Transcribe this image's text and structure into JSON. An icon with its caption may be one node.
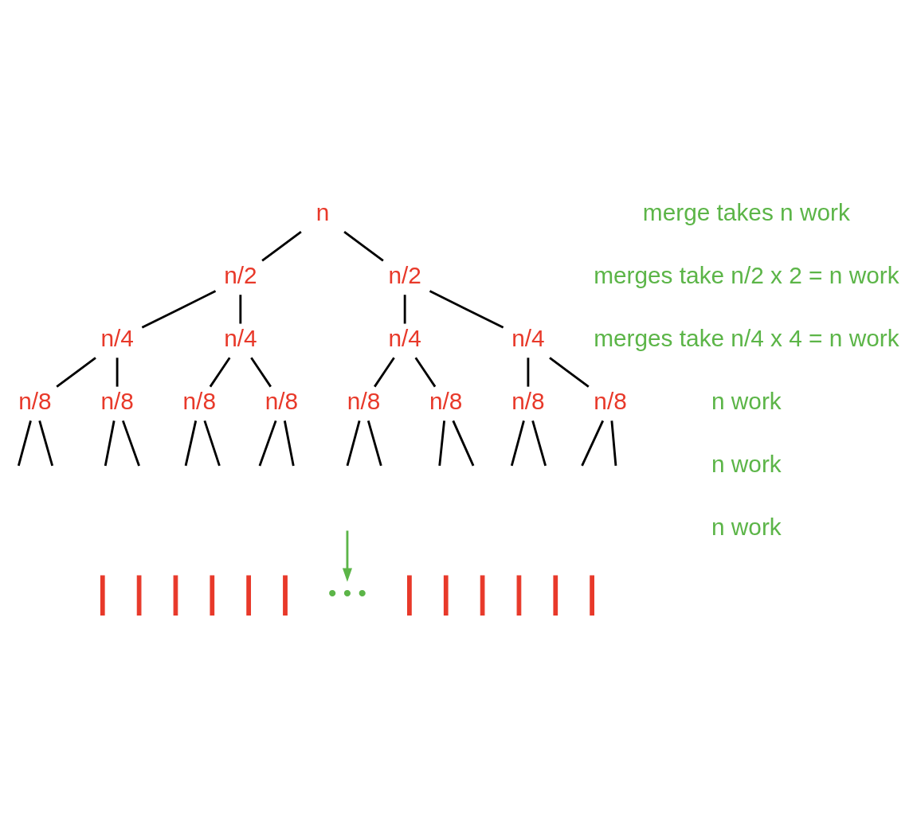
{
  "diagram": {
    "nodes": [
      {
        "text": [
          "n"
        ]
      },
      {
        "text": [
          "n/2"
        ]
      },
      {
        "text": [
          "n/2"
        ]
      },
      {
        "text": [
          "n/4"
        ]
      },
      {
        "text": [
          "n/4"
        ]
      },
      {
        "text": [
          "n/4"
        ]
      },
      {
        "text": [
          "n/4"
        ]
      },
      {
        "text": [
          "n/8"
        ]
      },
      {
        "text": [
          "n/8"
        ]
      },
      {
        "text": [
          "n/8"
        ]
      },
      {
        "text": [
          "n/8"
        ]
      },
      {
        "text": [
          "n/8"
        ]
      },
      {
        "text": [
          "n/8"
        ]
      },
      {
        "text": [
          "n/8"
        ]
      },
      {
        "text": [
          "n/8"
        ]
      },
      {
        "text": [],
        "shape": "bar"
      },
      {
        "text": [],
        "shape": "bar"
      },
      {
        "text": [],
        "shape": "bar"
      },
      {
        "text": [],
        "shape": "bar"
      },
      {
        "text": [],
        "shape": "bar"
      },
      {
        "text": [],
        "shape": "bar"
      },
      {
        "text": [
          "• • •"
        ]
      },
      {
        "text": [],
        "shape": "bar"
      },
      {
        "text": [],
        "shape": "bar"
      },
      {
        "text": [],
        "shape": "bar"
      },
      {
        "text": [],
        "shape": "bar"
      },
      {
        "text": [],
        "shape": "bar"
      },
      {
        "text": [],
        "shape": "bar"
      }
    ],
    "edges": [
      {
        "from": 0,
        "to": 1,
        "arrow": "none"
      },
      {
        "from": 0,
        "to": 2,
        "arrow": "none"
      },
      {
        "from": 1,
        "to": 3,
        "arrow": "none"
      },
      {
        "from": 1,
        "to": 4,
        "arrow": "none"
      },
      {
        "from": 2,
        "to": 5,
        "arrow": "none"
      },
      {
        "from": 2,
        "to": 6,
        "arrow": "none"
      },
      {
        "from": 3,
        "to": 7,
        "arrow": "none"
      },
      {
        "from": 3,
        "to": 8,
        "arrow": "none"
      },
      {
        "from": 4,
        "to": 9,
        "arrow": "none"
      },
      {
        "from": 4,
        "to": 10,
        "arrow": "none"
      },
      {
        "from": 5,
        "to": 11,
        "arrow": "none"
      },
      {
        "from": 5,
        "to": 12,
        "arrow": "none"
      },
      {
        "from": 6,
        "to": 13,
        "arrow": "none"
      },
      {
        "from": 6,
        "to": 14,
        "arrow": "none"
      },
      {
        "from": 7,
        "to": null,
        "arrow": "none"
      },
      {
        "from": 7,
        "to": null,
        "arrow": "none"
      },
      {
        "from": 8,
        "to": null,
        "arrow": "none"
      },
      {
        "from": 8,
        "to": null,
        "arrow": "none"
      },
      {
        "from": 9,
        "to": null,
        "arrow": "none"
      },
      {
        "from": 9,
        "to": null,
        "arrow": "none"
      },
      {
        "from": 10,
        "to": null,
        "arrow": "none"
      },
      {
        "from": 10,
        "to": null,
        "arrow": "none"
      },
      {
        "from": 11,
        "to": null,
        "arrow": "none"
      },
      {
        "from": 11,
        "to": null,
        "arrow": "none"
      },
      {
        "from": 12,
        "to": null,
        "arrow": "none"
      },
      {
        "from": 12,
        "to": null,
        "arrow": "none"
      },
      {
        "from": 13,
        "to": null,
        "arrow": "none"
      },
      {
        "from": 13,
        "to": null,
        "arrow": "none"
      },
      {
        "from": 14,
        "to": null,
        "arrow": "none"
      },
      {
        "from": 14,
        "to": null,
        "arrow": "none"
      },
      {
        "from": null,
        "to": 21,
        "arrow": "to",
        "color": "#5cb548"
      }
    ],
    "labels": [
      "merge takes n work",
      "merges take n/2 x 2 = n work",
      "merges take n/4 x 4 = n work",
      "n work",
      "n work",
      "n work"
    ]
  }
}
